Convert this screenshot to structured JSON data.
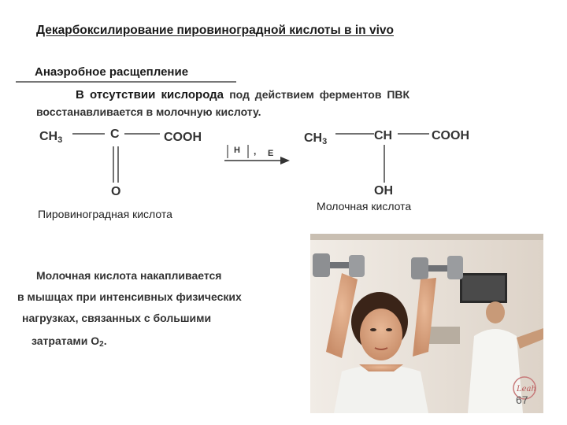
{
  "header": {
    "title": "Декарбоксилирование пировиноградной кислоты в in vivo",
    "subtitle": "Анаэробное расщепление"
  },
  "intro": {
    "lead": "В отсутствии кислорода",
    "rest_line1": "под действием ферментов ПВК",
    "line2": "восстанавливается в молочную кислоту."
  },
  "reaction": {
    "pyruvate": {
      "ch3": "CH",
      "ch3_sub": "3",
      "carbon": "C",
      "cooh": "COOH",
      "oxygen": "O",
      "name": "Пировиноградная кислота"
    },
    "arrow": {
      "reagent": "H",
      "separator": ",",
      "energy": "E"
    },
    "lactate": {
      "ch3": "CH",
      "ch3_sub": "3",
      "ch": "CH",
      "cooh": "COOH",
      "oh": "OH",
      "name": "Молочная кислота"
    }
  },
  "body": {
    "line1": "Молочная кислота накапливается",
    "line2": "в мышцах при интенсивных физических",
    "line3": "нагрузках, связанных с большими",
    "line4_prefix": "затратами О",
    "line4_sub": "2",
    "line4_suffix": "."
  },
  "footer": {
    "page_number": "67"
  },
  "colors": {
    "text": "#1a1a1a",
    "bond": "#444444",
    "photo_wall": "#e8e0d6"
  },
  "photo": {
    "subject": "woman-with-dumbbells",
    "logo": "Leah"
  }
}
